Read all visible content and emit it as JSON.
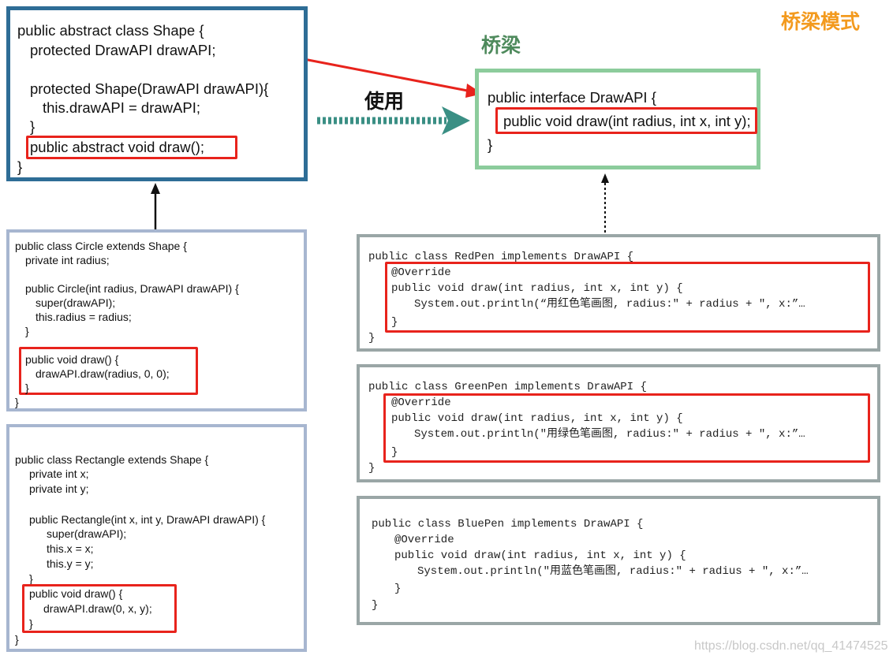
{
  "pattern_title": "桥梁模式",
  "bridge_title": "桥梁",
  "uses_label": "使用",
  "watermark": "https://blog.csdn.net/qq_41474525",
  "shape": {
    "lines": [
      "public abstract class Shape {",
      "protected DrawAPI drawAPI;",
      "protected Shape(DrawAPI drawAPI){",
      "this.drawAPI = drawAPI;",
      "}",
      "public abstract void draw();",
      "}"
    ]
  },
  "drawapi": {
    "lines": [
      "public interface DrawAPI {",
      "public void draw(int radius, int x, int y);",
      "}"
    ]
  },
  "circle": {
    "lines": [
      "public class Circle extends Shape {",
      "private int radius;",
      "public Circle(int radius, DrawAPI drawAPI) {",
      "super(drawAPI);",
      "this.radius = radius;",
      "}",
      "public void draw() {",
      "drawAPI.draw(radius, 0, 0);",
      "}",
      "}"
    ]
  },
  "rectangle": {
    "lines": [
      "public class Rectangle extends Shape {",
      "private int x;",
      "private int y;",
      "public Rectangle(int x, int y, DrawAPI drawAPI) {",
      "super(drawAPI);",
      "this.x = x;",
      "this.y = y;",
      "}",
      "public void draw() {",
      "drawAPI.draw(0, x, y);",
      "}",
      "}"
    ]
  },
  "redpen": {
    "lines": [
      "public class RedPen implements DrawAPI {",
      "@Override",
      "public void draw(int radius, int x, int y) {",
      "System.out.println(“用红色笔画图, radius:\" + radius + \", x:”…",
      "}",
      "}"
    ]
  },
  "greenpen": {
    "lines": [
      "public class GreenPen implements DrawAPI {",
      "@Override",
      "public void draw(int radius, int x, int y) {",
      "System.out.println(\"用绿色笔画图, radius:\" + radius + \", x:”…",
      "}",
      "}"
    ]
  },
  "bluepen": {
    "lines": [
      "public class BluePen implements DrawAPI {",
      "@Override",
      "public void draw(int radius, int x, int y) {",
      "System.out.println(\"用蓝色笔画图, radius:\" + radius + \", x:”…",
      "}",
      "}"
    ]
  },
  "colors": {
    "shape_border": "#2e6d96",
    "drawapi_border": "#8ccc9c",
    "subclass_border": "#a7b6d0",
    "pen_border": "#9aa6a6",
    "highlight": "#e8231c",
    "uses_arrow": "#3a8f84",
    "title_orange": "#f39a1e",
    "title_green": "#4e8a5c"
  }
}
